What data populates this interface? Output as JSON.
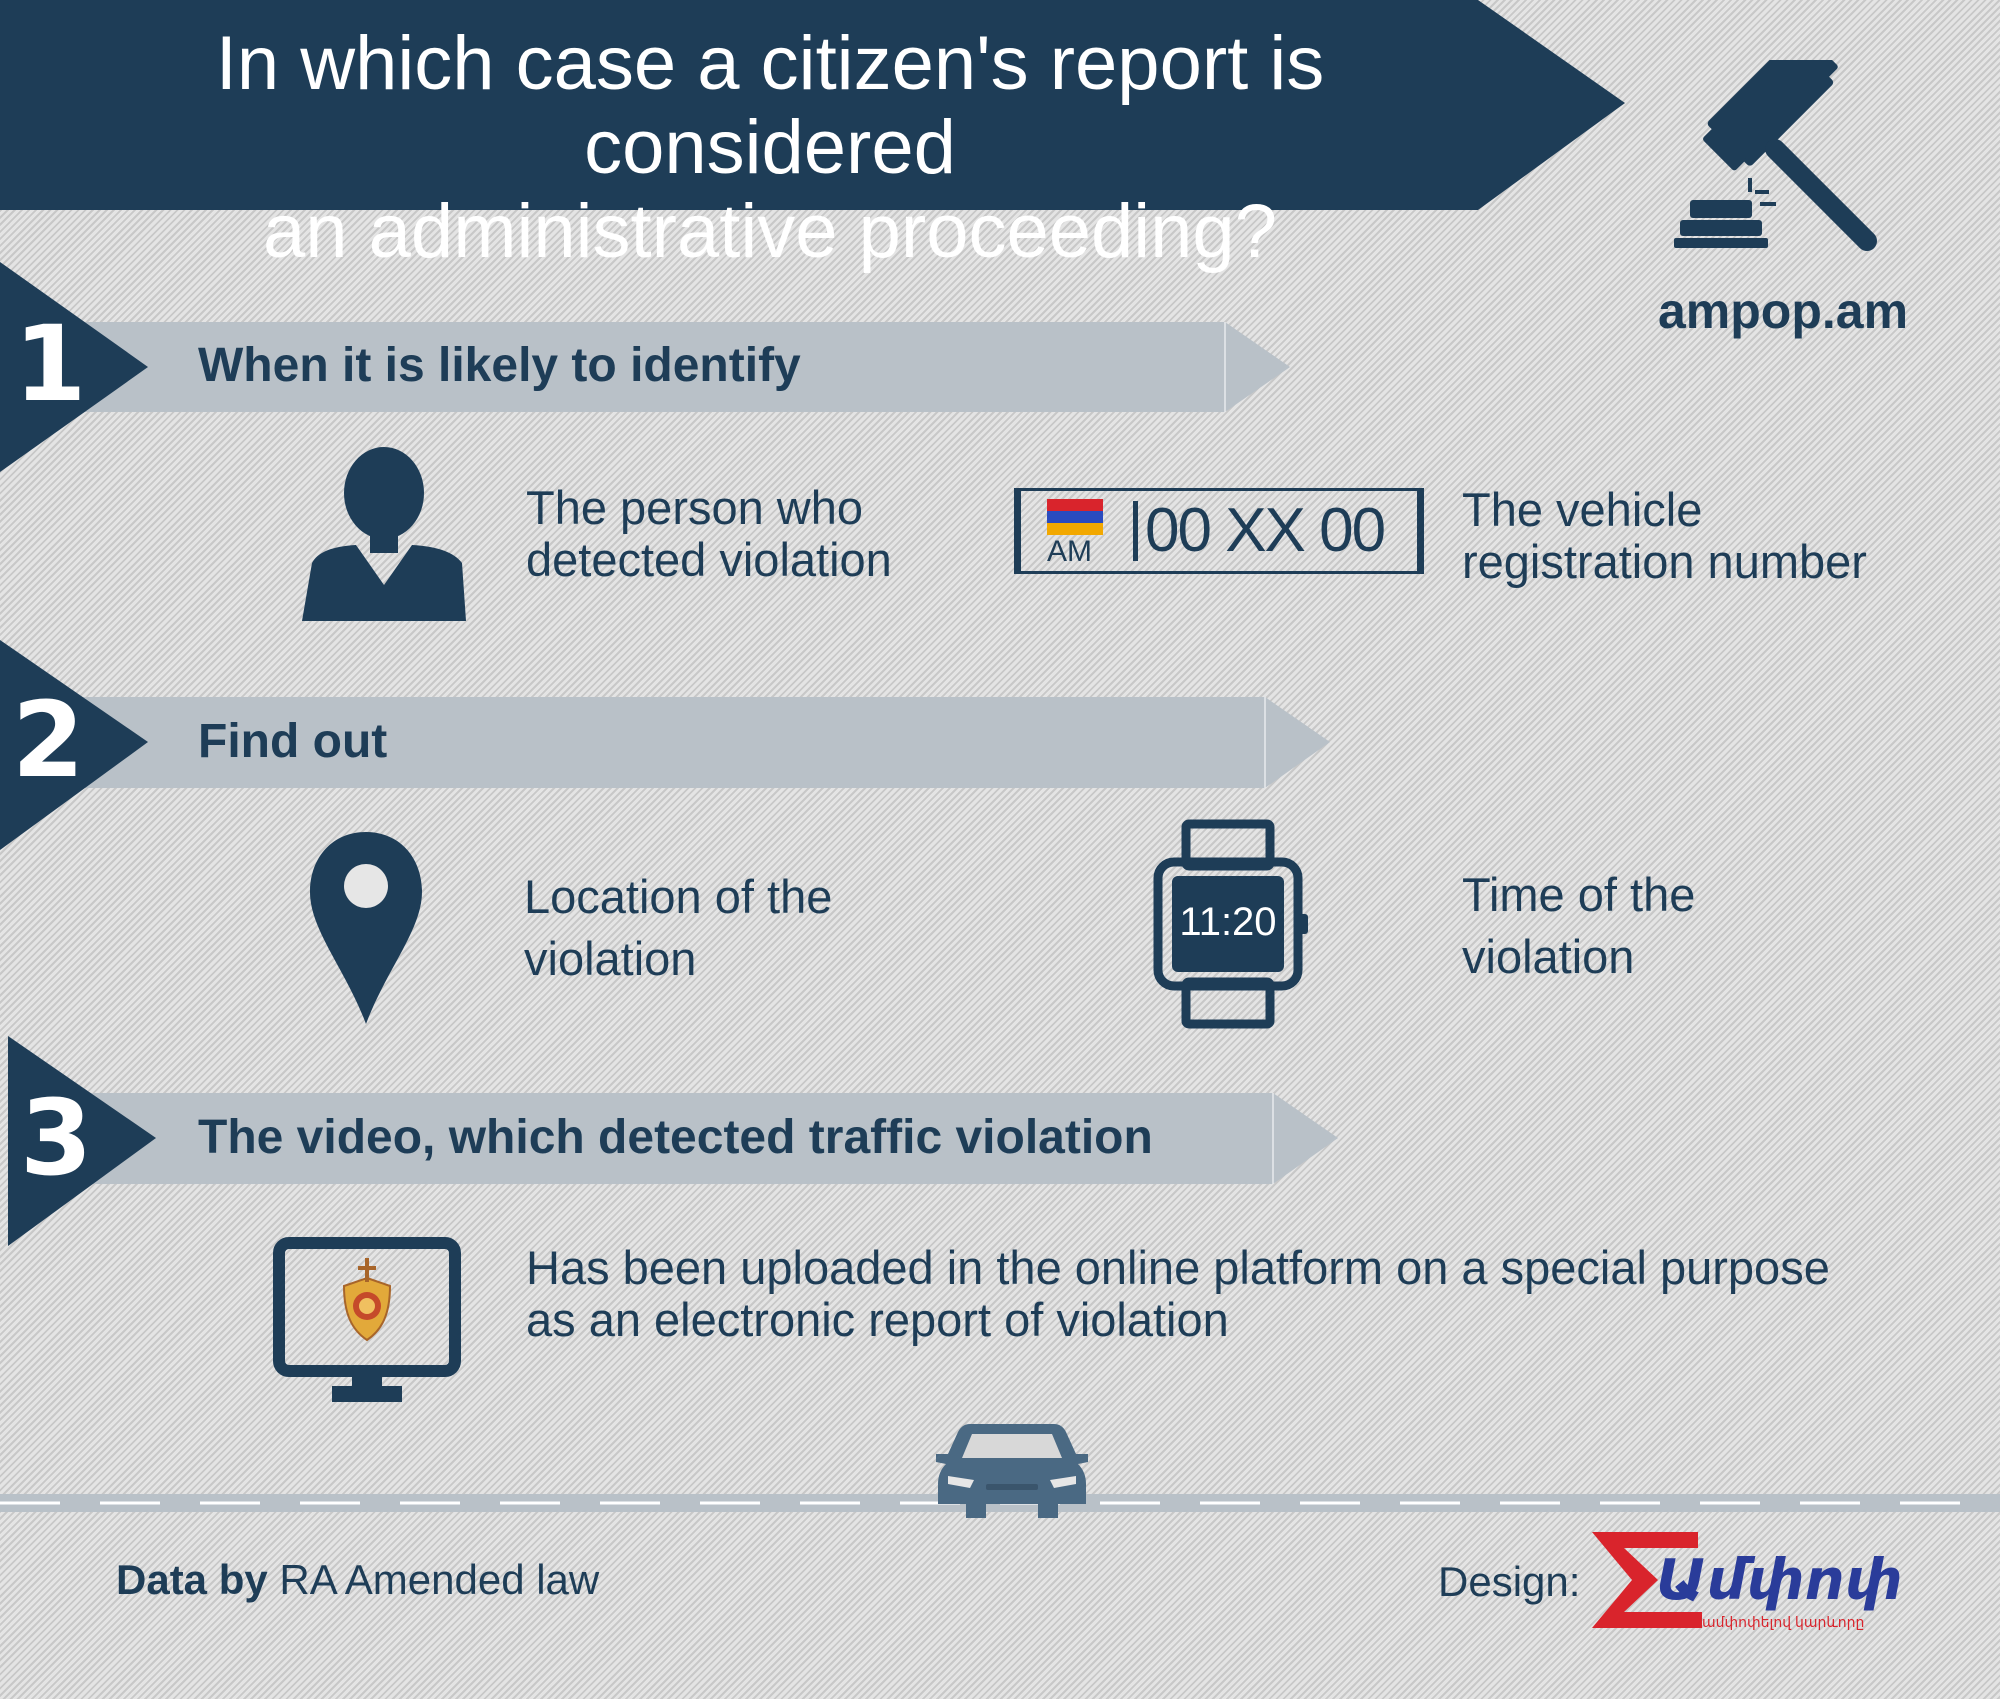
{
  "header": {
    "title_line1": "In which case a citizen's report is considered",
    "title_line2": "an administrative proceeding?"
  },
  "brand": {
    "site": "ampop.am"
  },
  "sections": [
    {
      "number": "1",
      "heading": "When it is likely to identify",
      "items": [
        {
          "icon": "person-icon",
          "line1": "The person who",
          "line2": "detected violation"
        },
        {
          "icon": "license-plate-icon",
          "line1": "The vehicle",
          "line2": "registration number"
        }
      ]
    },
    {
      "number": "2",
      "heading": "Find out",
      "items": [
        {
          "icon": "location-pin-icon",
          "line1": "Location of the",
          "line2": "violation"
        },
        {
          "icon": "watch-icon",
          "line1": "Time of the",
          "line2": "violation"
        }
      ]
    },
    {
      "number": "3",
      "heading": "The video, which detected traffic violation",
      "items": [
        {
          "icon": "monitor-icon",
          "line1": "Has been uploaded in the online platform on a special purpose",
          "line2": "as an electronic report of violation"
        }
      ]
    }
  ],
  "plate": {
    "country": "AM",
    "number": "00 XX 00"
  },
  "watch": {
    "time": "11:20"
  },
  "footer": {
    "data_label": "Data by",
    "data_source": "RA Amended law",
    "design_label": "Design:",
    "design_brand": "Ամփոփ",
    "design_tagline": "ամփոփելով կարևորը"
  },
  "colors": {
    "navy": "#1e3d57",
    "bar": "#b9c1c8",
    "brand_red": "#d9242c",
    "brand_blue": "#2a3c9a"
  }
}
